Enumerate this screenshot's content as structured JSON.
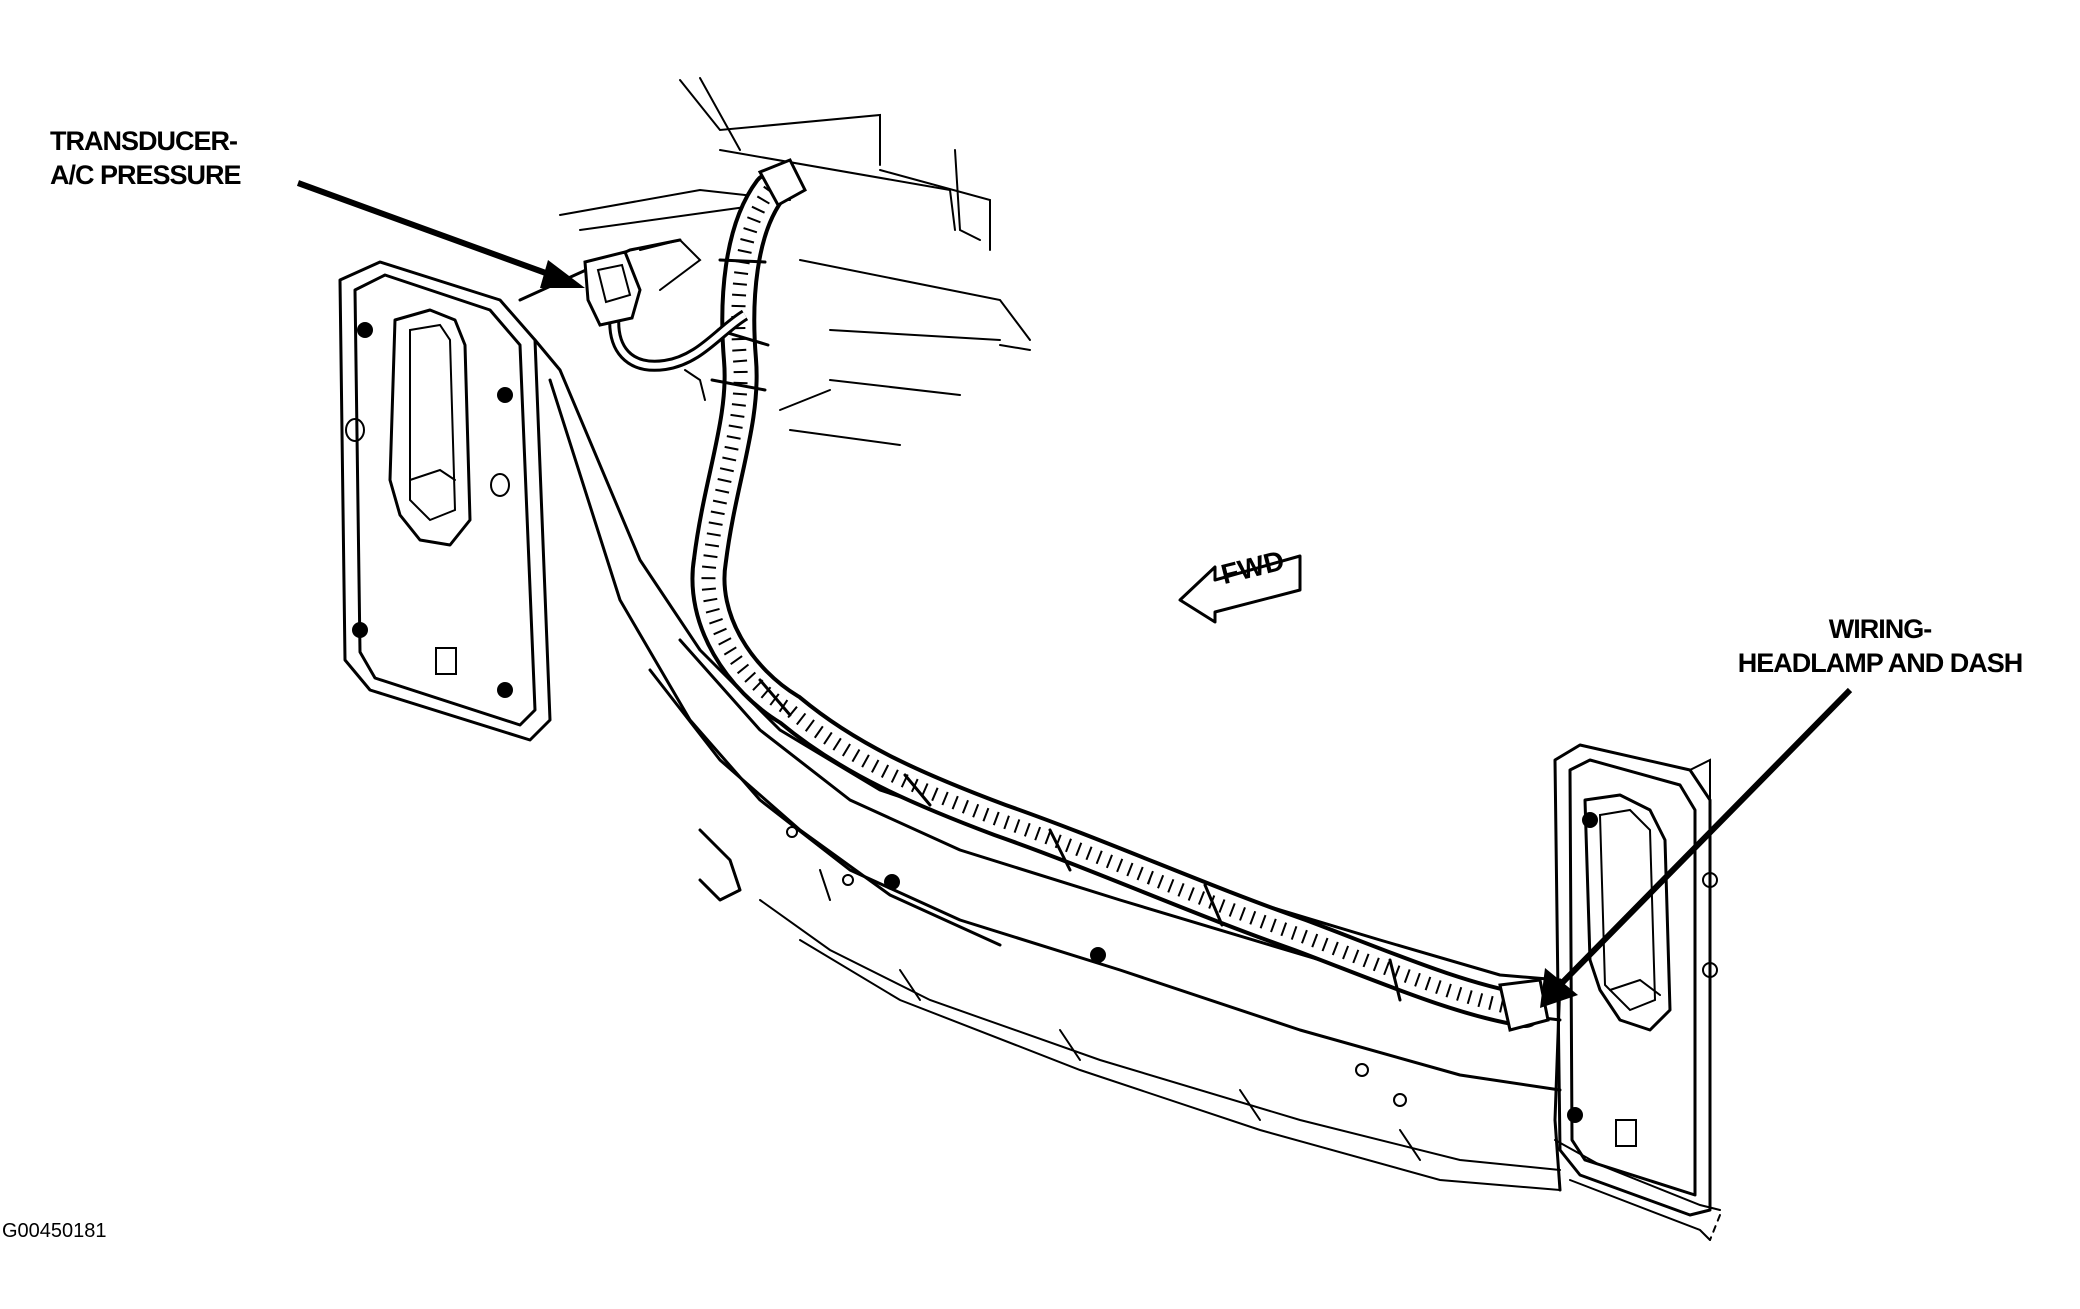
{
  "labels": {
    "transducer_line1": "TRANSDUCER-",
    "transducer_line2": "A/C PRESSURE",
    "wiring_line1": "WIRING-",
    "wiring_line2": "HEADLAMP AND DASH",
    "fwd": "FWD"
  },
  "figure_id": "G00450181"
}
